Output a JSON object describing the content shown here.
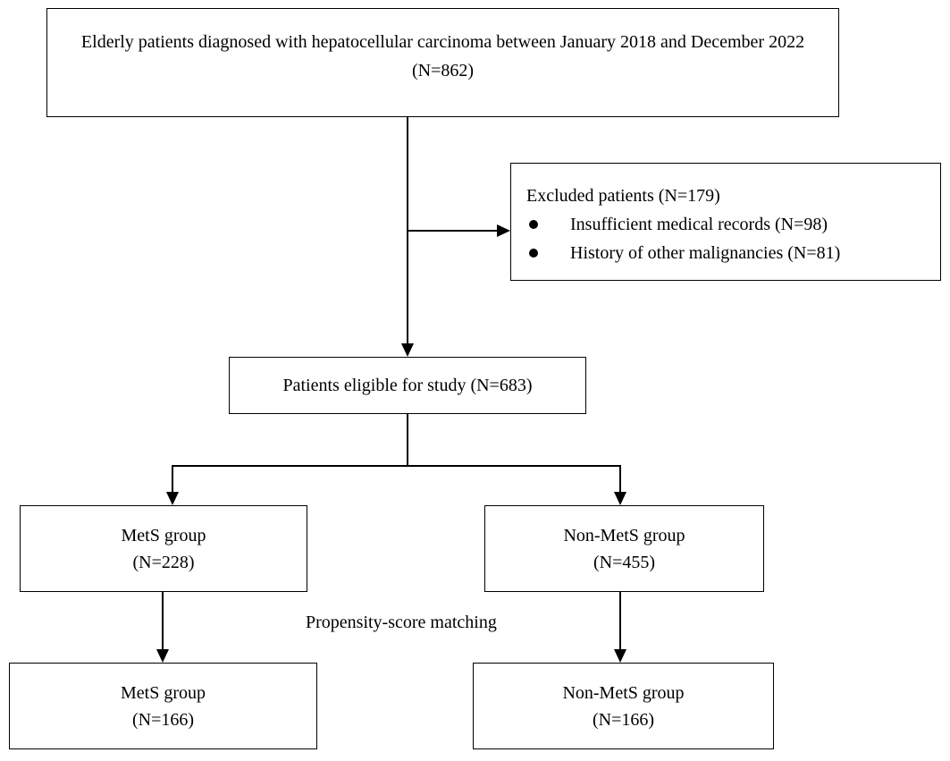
{
  "initial": {
    "text": "Elderly patients diagnosed with hepatocellular carcinoma between January 2018 and December 2022 (N=862)"
  },
  "excluded": {
    "title": "Excluded patients (N=179)",
    "reasons": [
      "Insufficient medical records (N=98)",
      "History of other malignancies (N=81)"
    ]
  },
  "eligible": {
    "text": "Patients eligible for study (N=683)"
  },
  "groups_before": {
    "mets": {
      "label": "MetS group",
      "n": "(N=228)"
    },
    "non_mets": {
      "label": "Non-MetS group",
      "n": "(N=455)"
    }
  },
  "matching_label": "Propensity-score matching",
  "groups_after": {
    "mets": {
      "label": "MetS group",
      "n": "(N=166)"
    },
    "non_mets": {
      "label": "Non-MetS group",
      "n": "(N=166)"
    }
  }
}
